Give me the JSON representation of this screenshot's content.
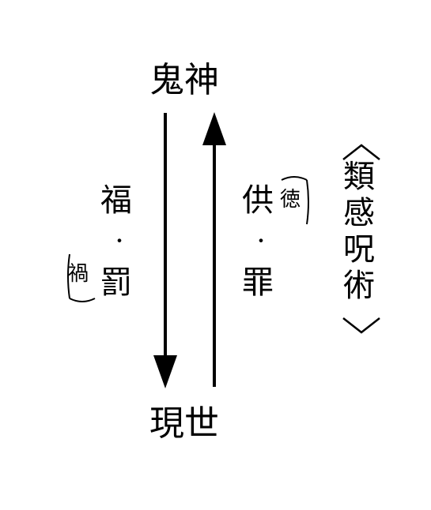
{
  "nodes": {
    "top": "鬼神",
    "bottom": "現世"
  },
  "left_arrow": {
    "char1": "福",
    "separator": "・",
    "char2": "罰",
    "note": "禍"
  },
  "right_arrow": {
    "char1": "供",
    "separator": "・",
    "char2": "罪",
    "note": "徳"
  },
  "side_label": {
    "chars": [
      "類",
      "感",
      "呪",
      "術"
    ]
  }
}
